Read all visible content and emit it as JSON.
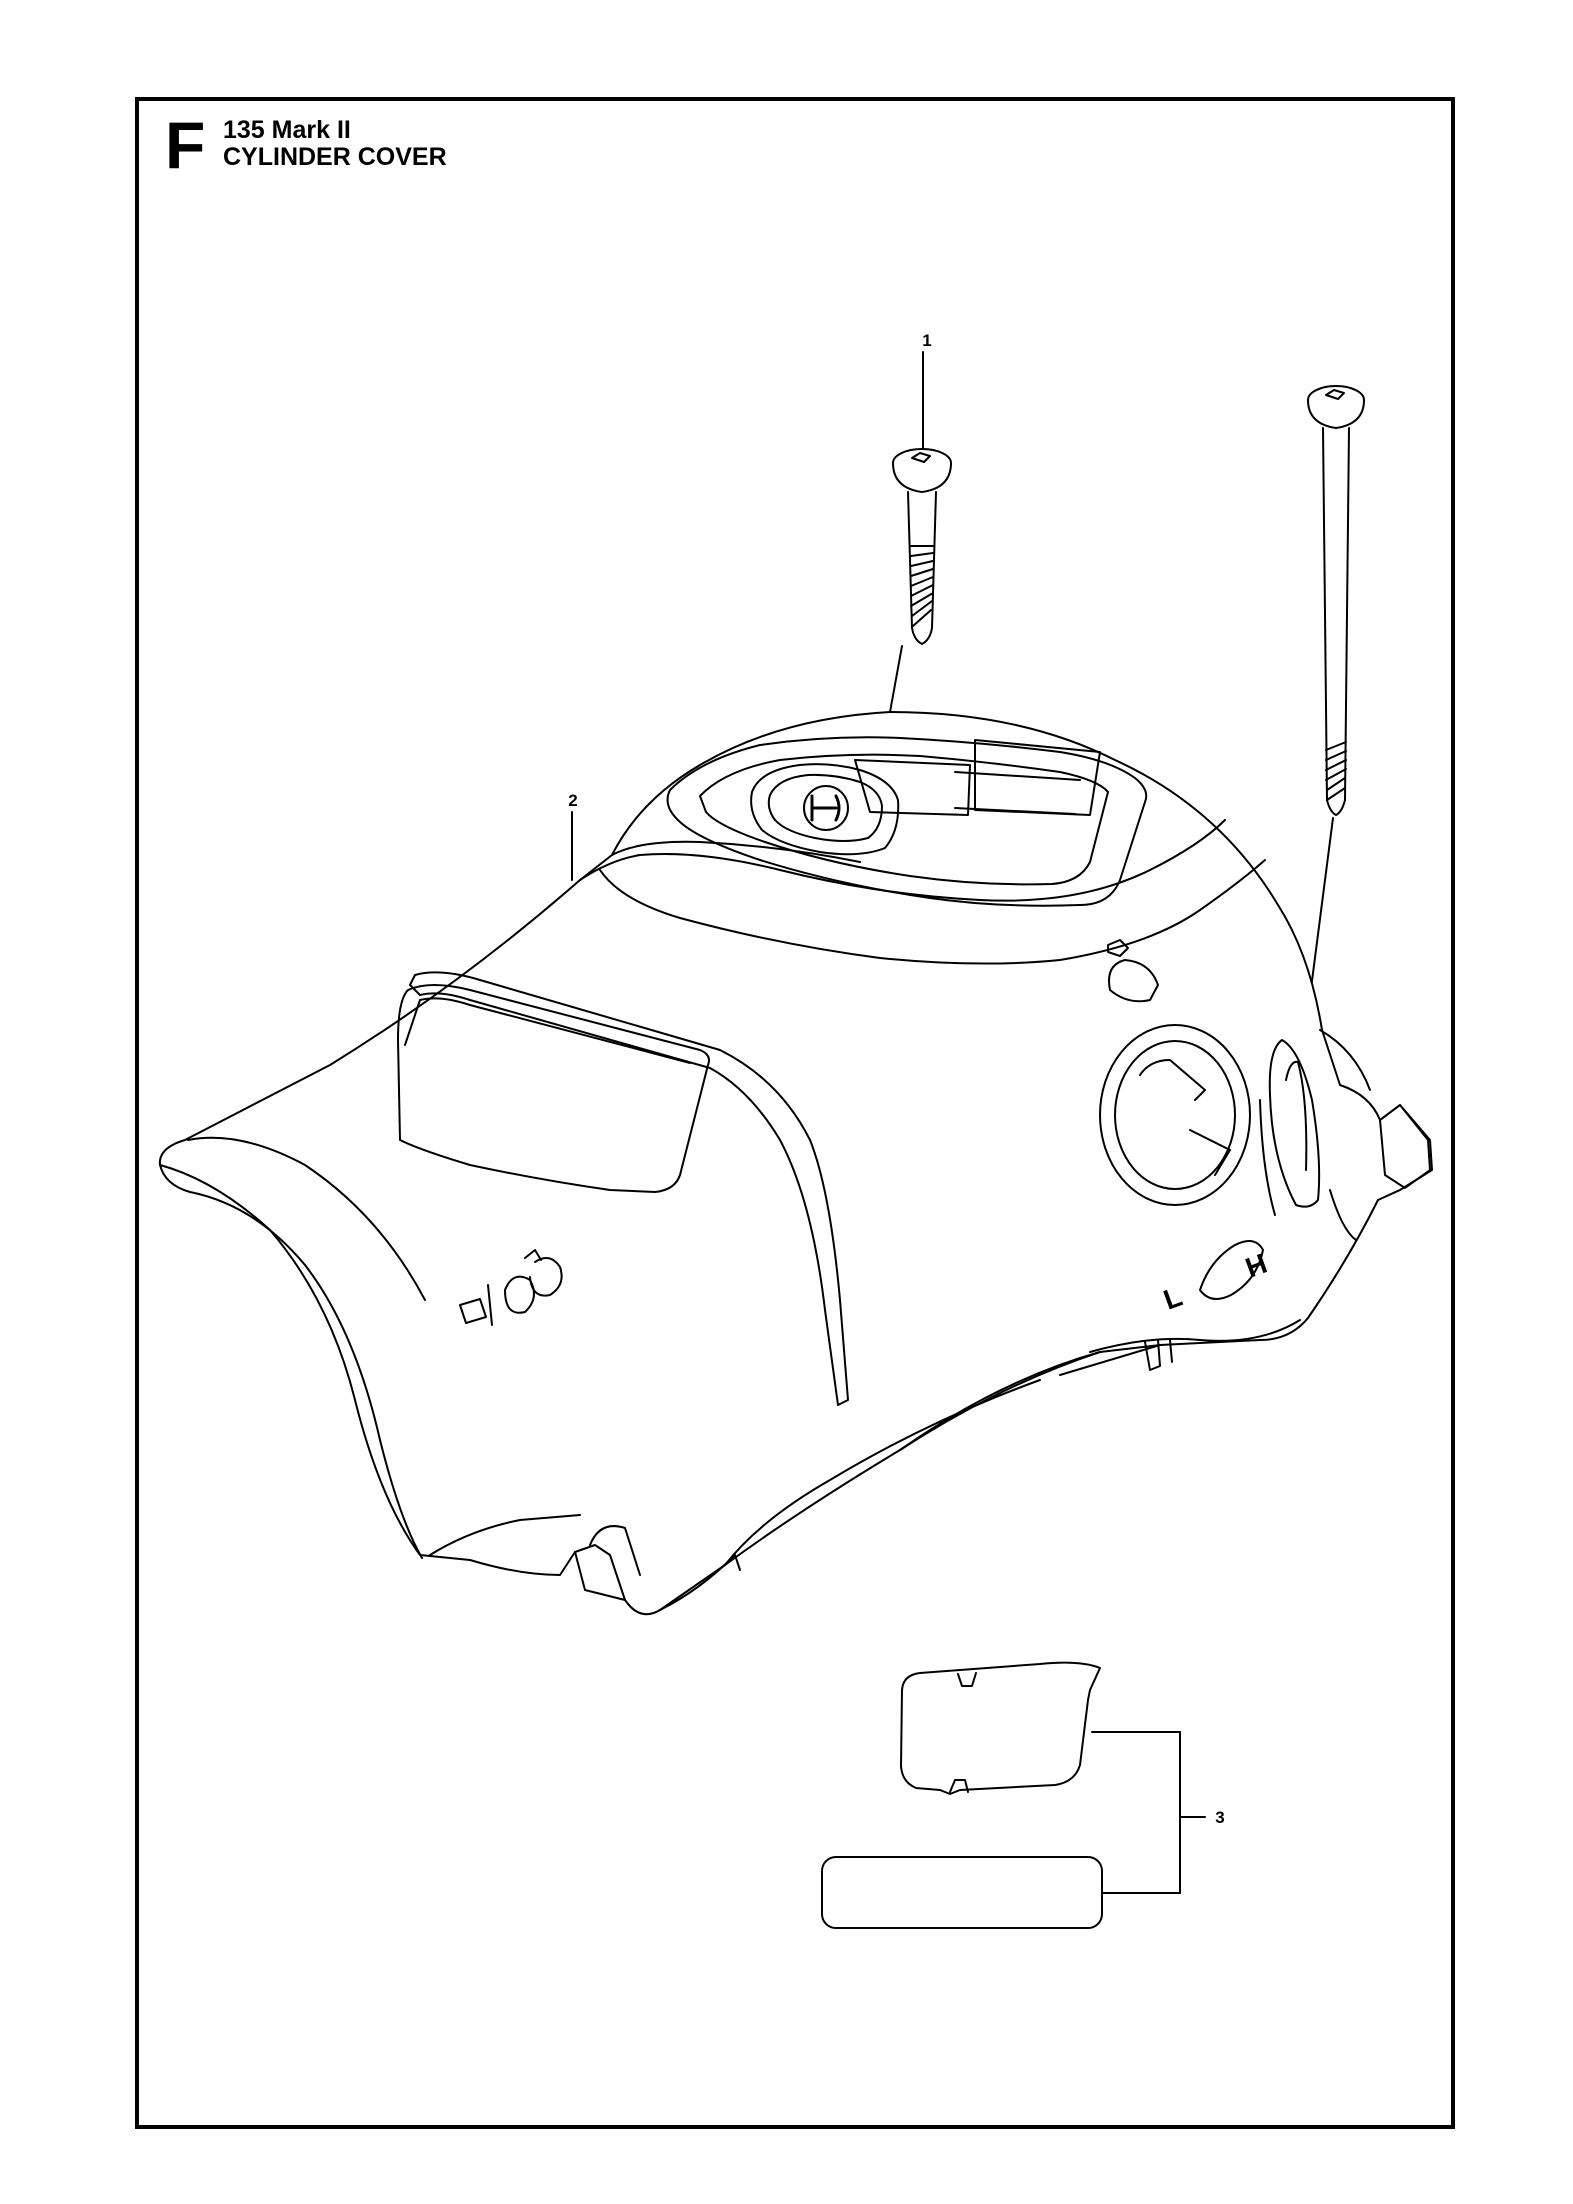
{
  "header": {
    "section_letter": "F",
    "model": "135 Mark II",
    "title": "CYLINDER COVER"
  },
  "callouts": [
    {
      "label": "1",
      "part": "screw"
    },
    {
      "label": "2",
      "part": "cylinder-cover"
    },
    {
      "label": "3",
      "part": "labels"
    }
  ],
  "cover_markings": {
    "choke_symbol": "ǒ|ŏ",
    "lh_left": "L",
    "lh_right": "H"
  }
}
